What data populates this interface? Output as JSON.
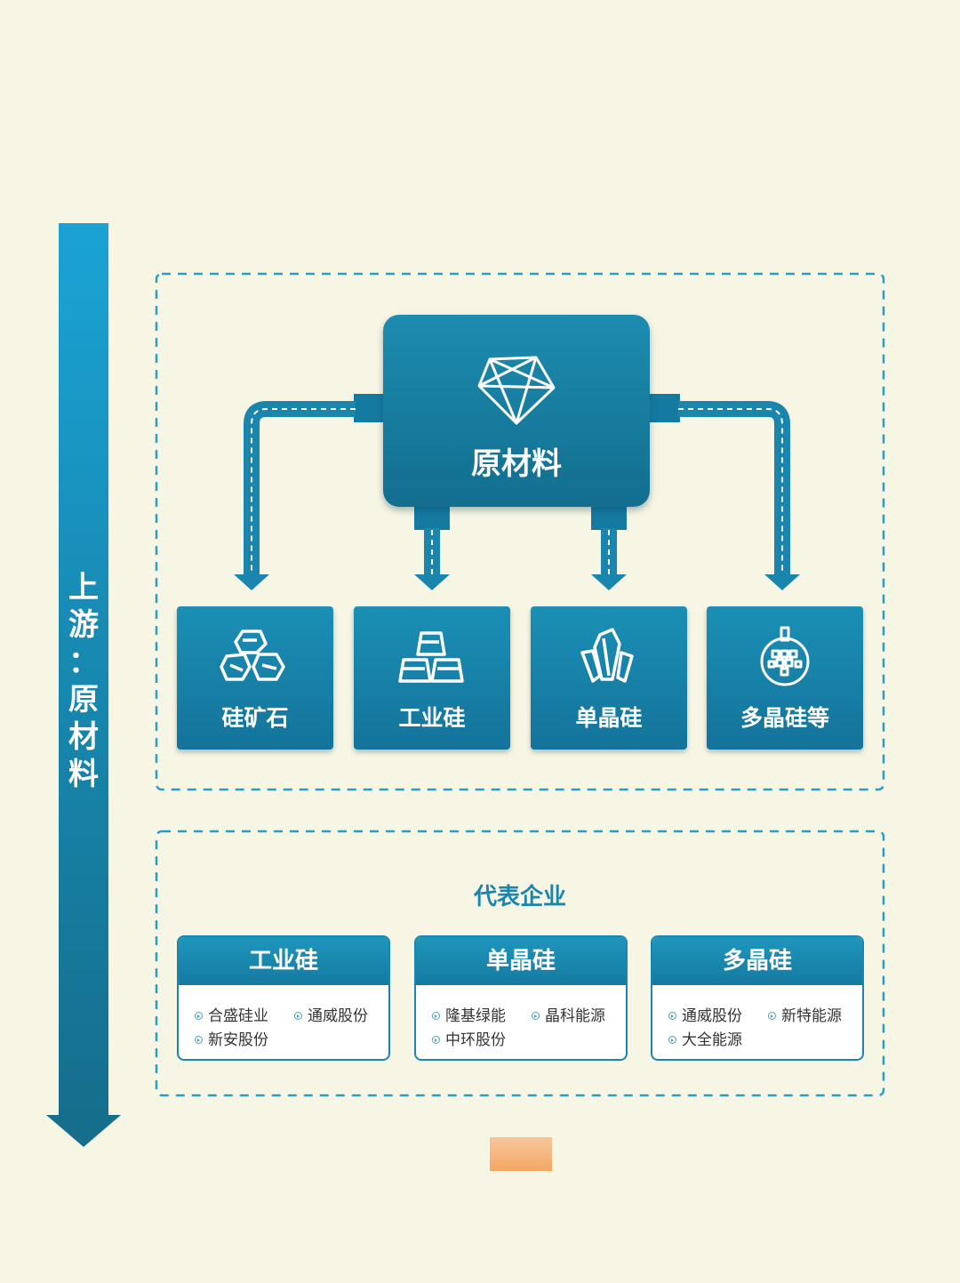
{
  "side_label": "上\n游\n：\n原\n材\n料",
  "center_node": {
    "label": "原材料",
    "icon": "crystal-icon"
  },
  "categories": [
    {
      "label": "硅矿石",
      "icon": "ore-stones-icon"
    },
    {
      "label": "工业硅",
      "icon": "silicon-ingots-icon"
    },
    {
      "label": "单晶硅",
      "icon": "crystal-cluster-icon"
    },
    {
      "label": "多晶硅等",
      "icon": "polysilicon-globe-icon"
    }
  ],
  "representatives": {
    "title": "代表企业",
    "cards": [
      {
        "title": "工业硅",
        "companies": [
          "合盛硅业",
          "通威股份",
          "新安股份"
        ]
      },
      {
        "title": "单晶硅",
        "companies": [
          "隆基绿能",
          "晶科能源",
          "中环股份"
        ]
      },
      {
        "title": "多晶硅",
        "companies": [
          "通威股份",
          "新特能源",
          "大全能源"
        ]
      }
    ]
  },
  "colors": {
    "primary": "#1a86ae",
    "dark": "#136e8f",
    "background": "#f7f6e4",
    "accent_orange": "#f3a663"
  }
}
